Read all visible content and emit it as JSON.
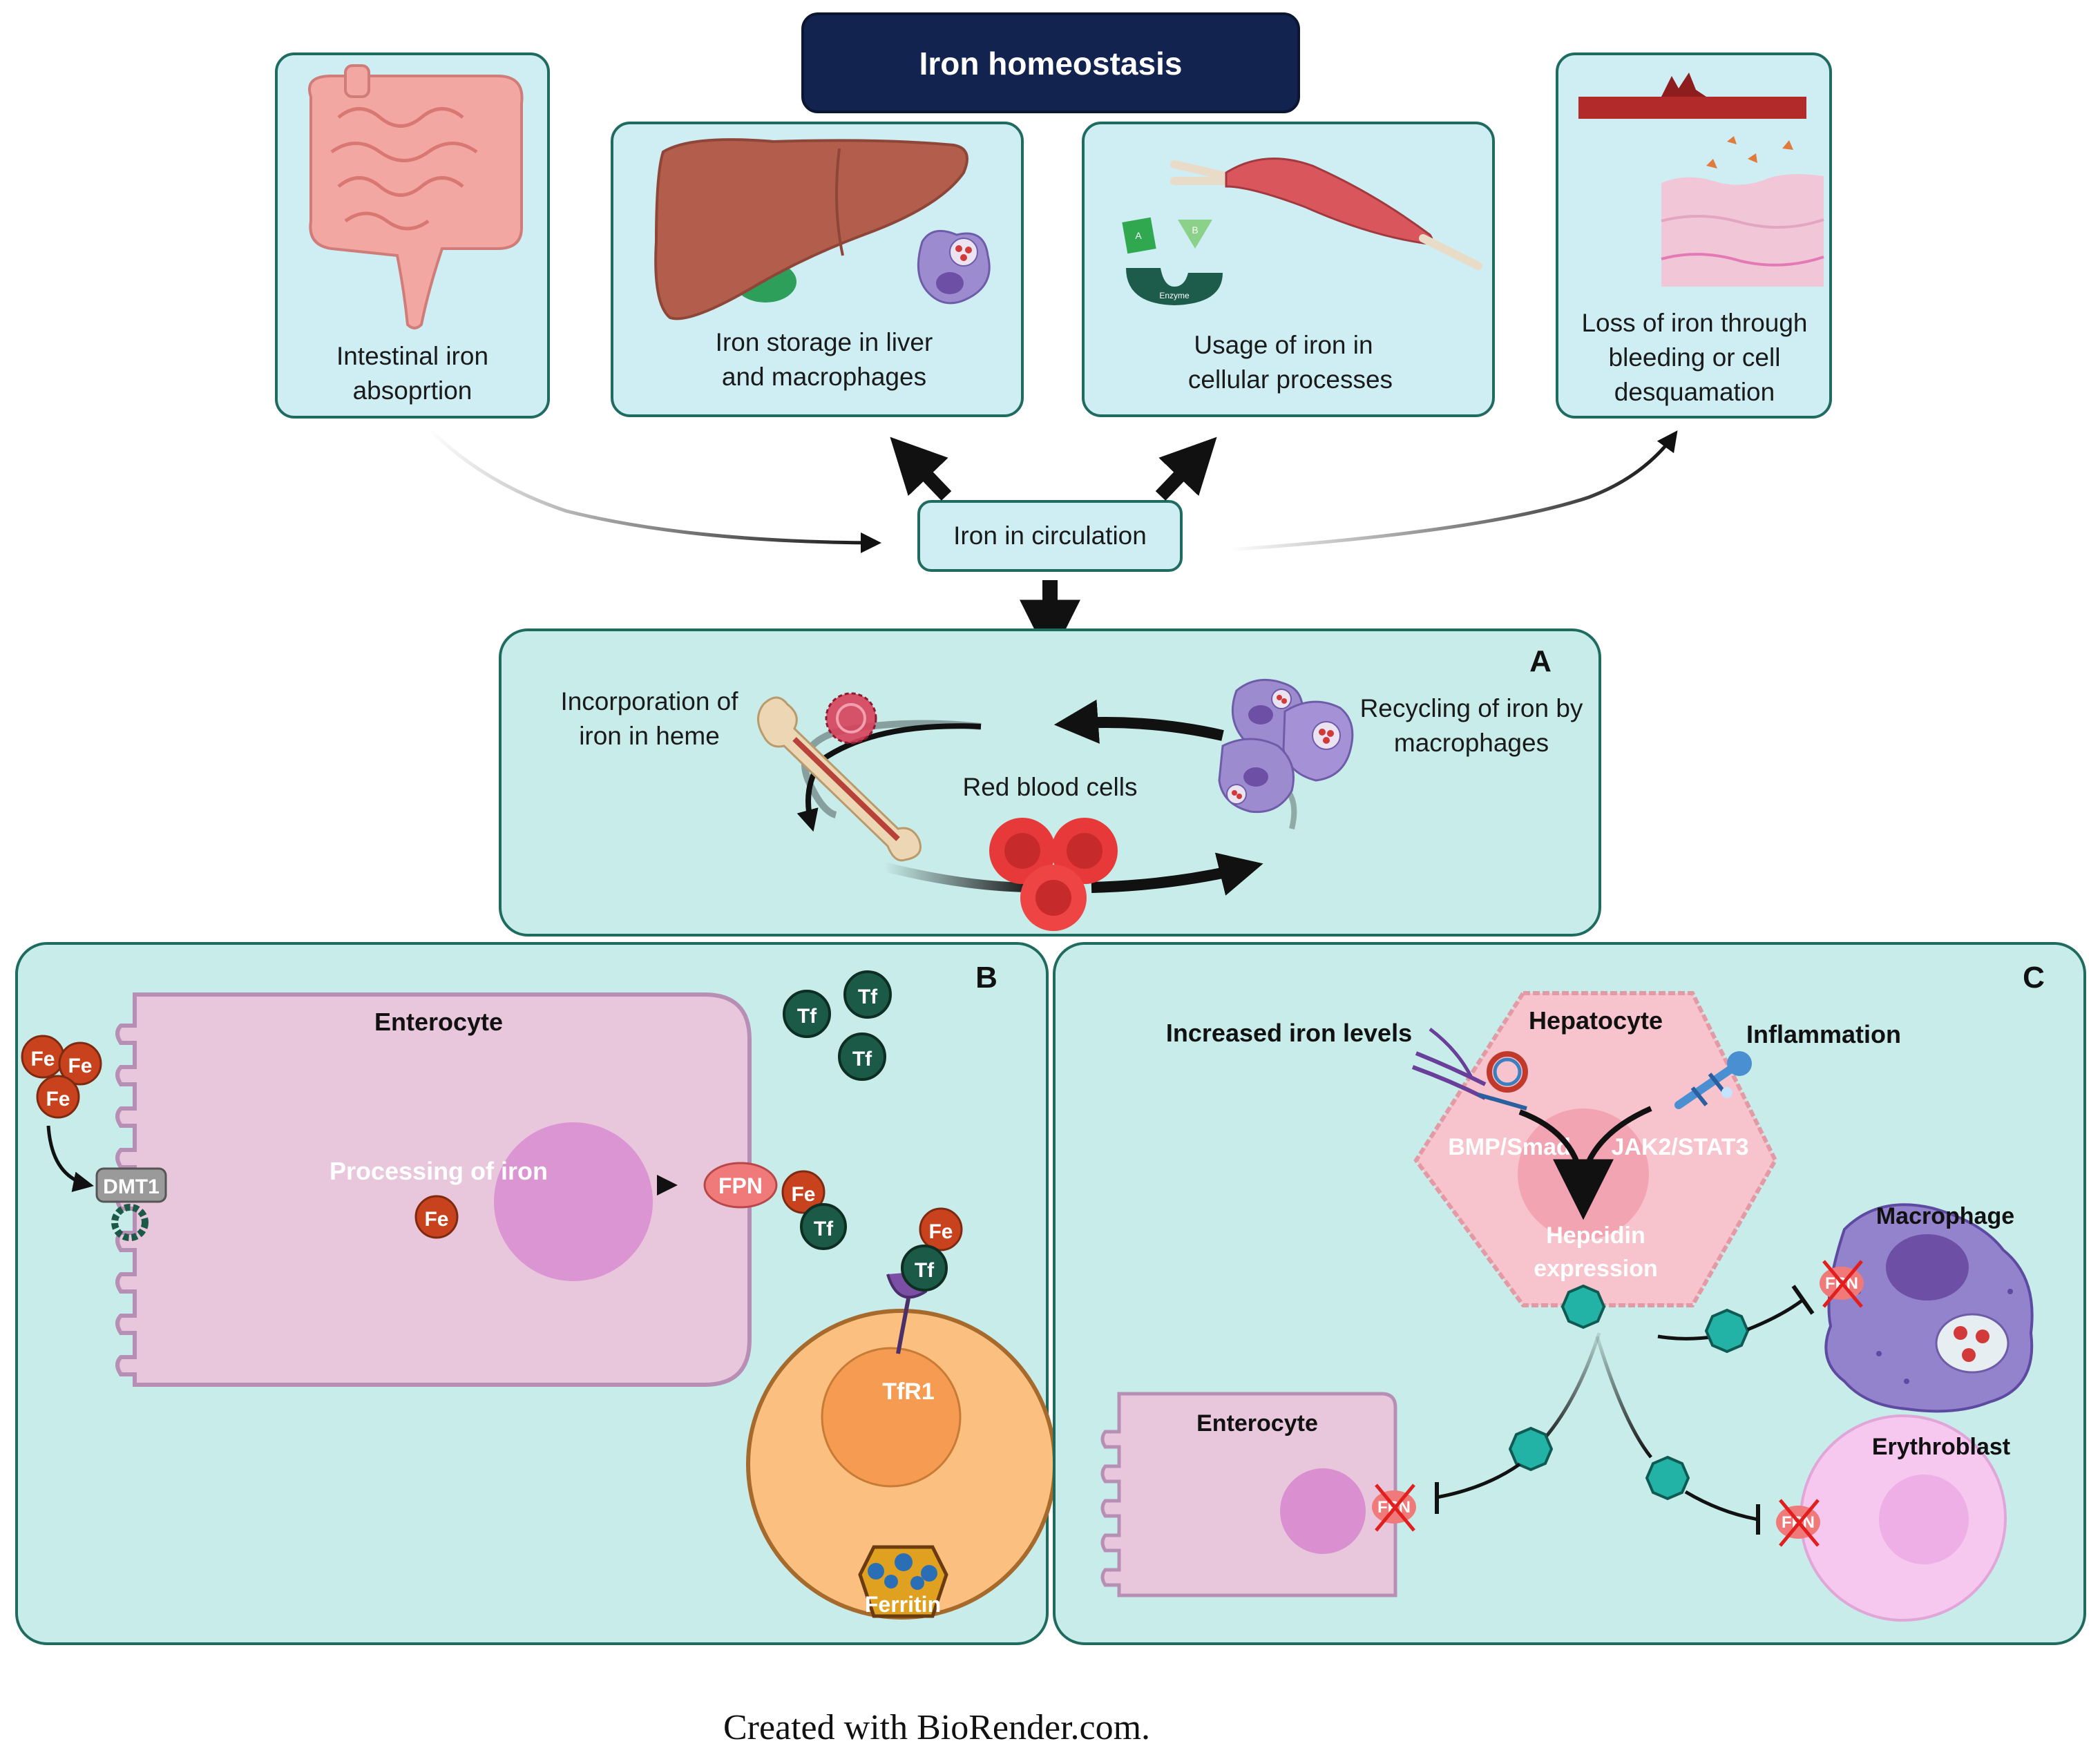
{
  "title": "Iron homeostasis",
  "top_boxes": {
    "intestinal": [
      "Intestinal iron",
      "absoprtion"
    ],
    "storage": [
      "Iron storage in liver",
      "and macrophages"
    ],
    "usage": [
      "Usage of iron in",
      "cellular processes"
    ],
    "loss": [
      "Loss of iron through",
      "bleeding or cell",
      "desquamation"
    ]
  },
  "enzyme": {
    "a": "A",
    "b": "B",
    "label": "Enzyme"
  },
  "circulation": "Iron in circulation",
  "panel_a": {
    "letter": "A",
    "heme": [
      "Incorporation of",
      "iron in heme"
    ],
    "recycling": [
      "Recycling of iron by",
      "macrophages"
    ],
    "rbc": "Red blood cells"
  },
  "panel_b": {
    "letter": "B",
    "enterocyte": "Enterocyte",
    "fe": "Fe",
    "tf": "Tf",
    "dmt1": "DMT1",
    "processing": "Processing of iron",
    "fpn": "FPN",
    "tfr1": "TfR1",
    "ferritin": "Ferritin"
  },
  "panel_c": {
    "letter": "C",
    "hepatocyte": "Hepatocyte",
    "increased": "Increased iron levels",
    "inflammation": "Inflammation",
    "bmp": "BMP/Smad",
    "jak": "JAK2/STAT3",
    "hepcidin": [
      "Hepcidin",
      "expression"
    ],
    "macrophage": "Macrophage",
    "enterocyte": "Enterocyte",
    "erythroblast": "Erythroblast",
    "fpn": "FPN"
  },
  "footer": "Created with BioRender.com.",
  "colors": {
    "panel_fill": "#cdeeed",
    "panel_stroke": "#1f6b60",
    "title_fill": "#12234f",
    "fe_fill": "#c8431d",
    "tf_fill": "#1c5a48",
    "hepcidin_fill": "#23b3a6",
    "enterocyte_fill": "#e8c7dc"
  }
}
